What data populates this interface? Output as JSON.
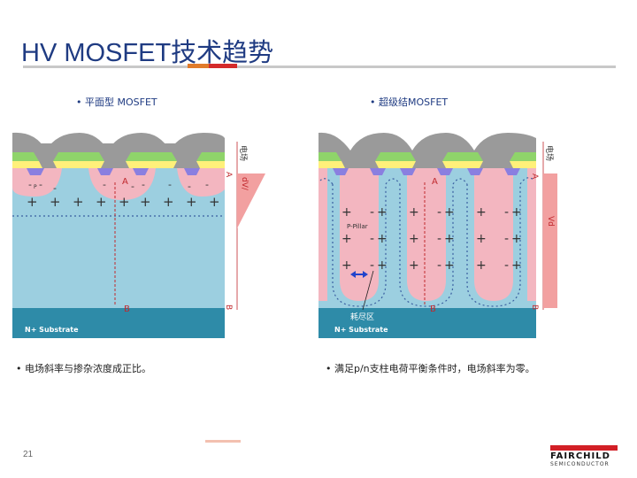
{
  "slide": {
    "title": "HV MOSFET技术趋势",
    "page_number": "21"
  },
  "left": {
    "heading": "• 平面型 MOSFET",
    "p_label": "P",
    "a_label": "A",
    "b_label": "B",
    "field_label": "电场",
    "field_vert_label": "A",
    "field_vert_label2": "dV/",
    "field_bottom_label": "B",
    "substrate_label": "N+ Substrate",
    "plus": "+",
    "minus": "-",
    "note": "• 电场斜率与掺杂浓度成正比。"
  },
  "right": {
    "heading": "• 超级结MOSFET",
    "a_label": "A",
    "b_label": "B",
    "field_label": "电场",
    "field_vert_label": "A",
    "field_vd_label": "Vd",
    "field_bottom_label": "B",
    "pillar_label": "P-Pillar",
    "depletion_label": "耗尽区",
    "substrate_label": "N+ Substrate",
    "note": "• 满足p/n支柱电荷平衡条件时，电场斜率为零。"
  },
  "logo": {
    "name": "FAIRCHILD",
    "sub": "SEMICONDUCTOR"
  },
  "colors": {
    "title": "#1f3b82",
    "drift": "#9ccfe0",
    "substrate": "#2e8ba8",
    "p_body": "#f3b6c0",
    "n_plus": "#8a7fe0",
    "gate_ox": "#fff07a",
    "poly": "#8fd46a",
    "metal": "#9a9a9a",
    "field": "#f2a0a0",
    "accent_red": "#d21f26"
  }
}
